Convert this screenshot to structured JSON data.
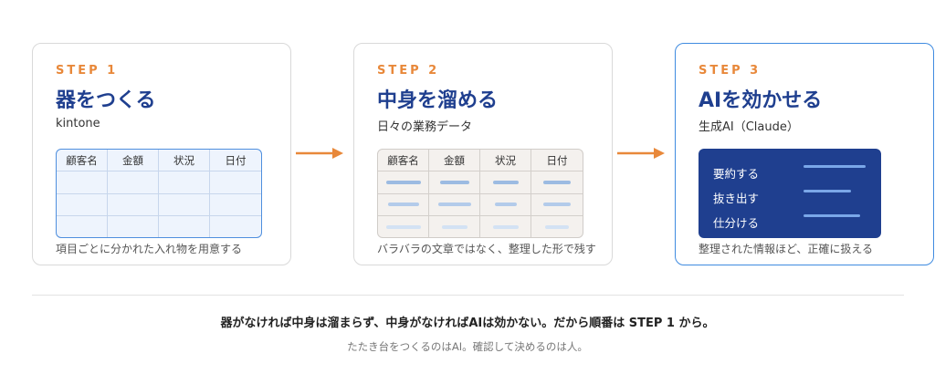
{
  "steps": [
    {
      "step_label": "STEP 1",
      "title": "器をつくる",
      "subtitle": "kintone",
      "caption": "項目ごとに分かれた入れ物を用意する",
      "table_headers": [
        "顧客名",
        "金額",
        "状況",
        "日付"
      ]
    },
    {
      "step_label": "STEP 2",
      "title": "中身を溜める",
      "subtitle": "日々の業務データ",
      "caption": "バラバラの文章ではなく、整理した形で残す",
      "table_headers": [
        "顧客名",
        "金額",
        "状況",
        "日付"
      ]
    },
    {
      "step_label": "STEP 3",
      "title": "AIを効かせる",
      "subtitle": "生成AI（Claude）",
      "caption": "整理された情報ほど、正確に扱える",
      "actions": [
        "要約する",
        "抜き出す",
        "仕分ける"
      ]
    }
  ],
  "summary": "器がなければ中身は溜まらず、中身がなければAIは効かない。だから順番は STEP 1 から。",
  "footnote": "たたき台をつくるのはAI。確認して決めるのは人。",
  "colors": {
    "accent_orange": "#e8883a",
    "title_blue": "#1f3f8f",
    "active_border": "#3f8be0"
  }
}
